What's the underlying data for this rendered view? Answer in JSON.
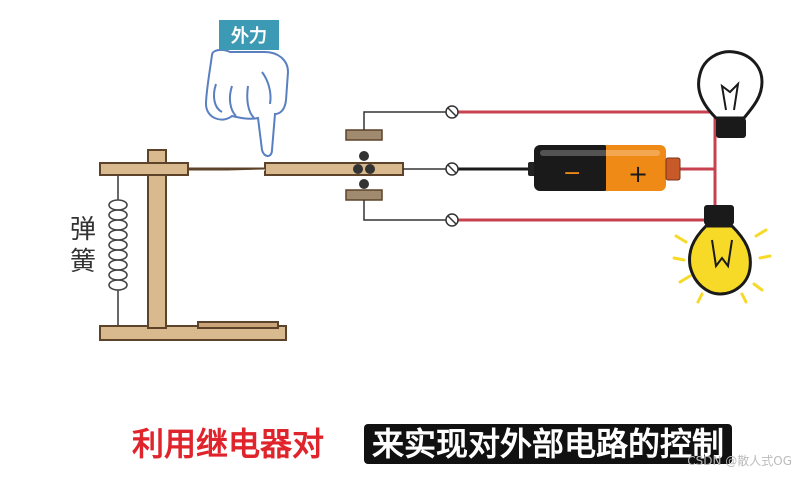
{
  "force_label": "外力",
  "spring_label": "弹簧",
  "caption": {
    "red_part": "利用继电器对",
    "black_part": "来实现对外部电路的控制"
  },
  "watermark": "CSDN @散人式OG",
  "battery": {
    "minus": "−",
    "plus": "+"
  },
  "colors": {
    "wood": "#d9b98e",
    "wood_edge": "#5c4329",
    "wire_red": "#c8414f",
    "battery_orange": "#f08a17",
    "battery_black": "#1a1a1a",
    "bulb_glow": "#f7d928",
    "force_tag": "#3d9ab4",
    "caption_red": "#e0242c"
  },
  "icons": [
    "hand-pointing-down-icon",
    "light-bulb-off-icon",
    "light-bulb-on-icon",
    "battery-icon",
    "spring-icon"
  ]
}
